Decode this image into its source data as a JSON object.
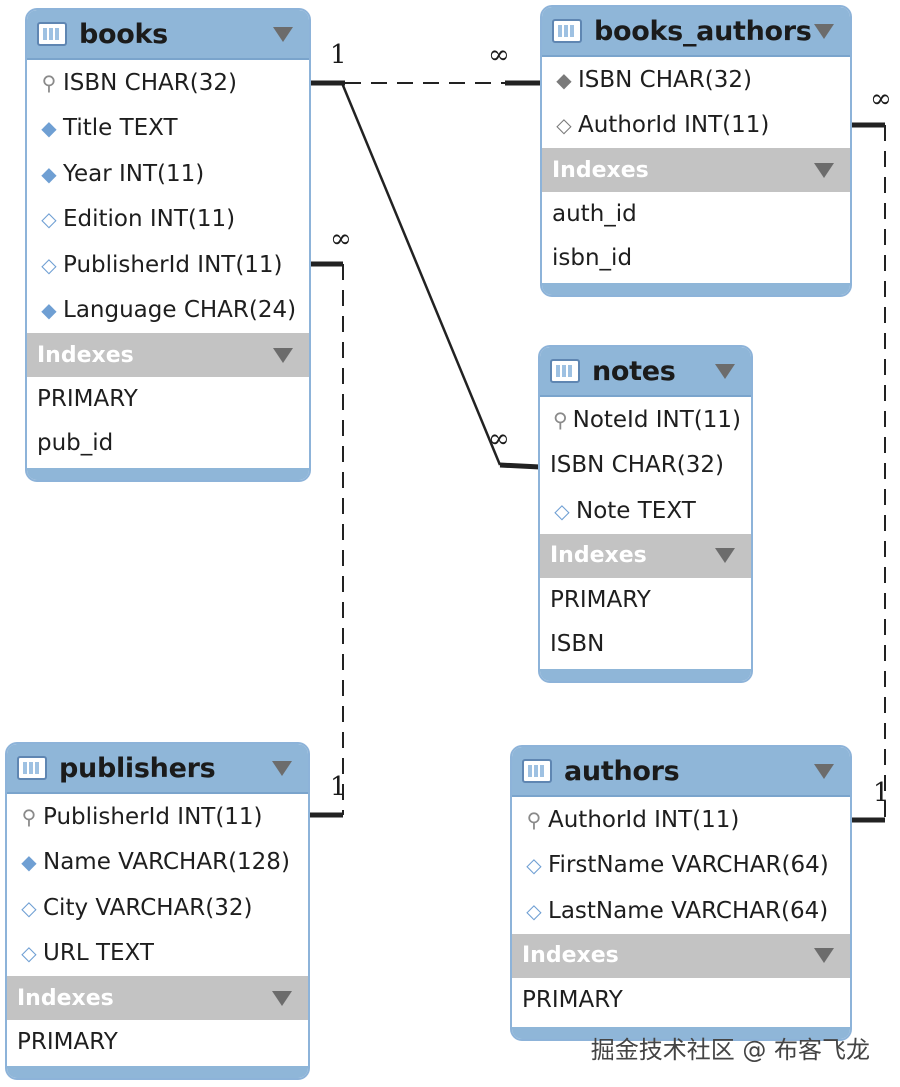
{
  "tables": {
    "books": {
      "title": "books",
      "columns": [
        {
          "text": "ISBN CHAR(32)",
          "icon": "key-icon"
        },
        {
          "text": "Title TEXT",
          "icon": "diamond-filled-icon"
        },
        {
          "text": "Year INT(11)",
          "icon": "diamond-filled-icon"
        },
        {
          "text": "Edition INT(11)",
          "icon": "diamond-hollow-icon"
        },
        {
          "text": "PublisherId INT(11)",
          "icon": "diamond-hollow-icon"
        },
        {
          "text": "Language CHAR(24)",
          "icon": "diamond-filled-icon"
        }
      ],
      "indexes_label": "Indexes",
      "indexes": [
        "PRIMARY",
        "pub_id"
      ]
    },
    "books_authors": {
      "title": "books_authors",
      "columns": [
        {
          "text": "ISBN CHAR(32)",
          "icon": "diamond-filled-gray-icon"
        },
        {
          "text": "AuthorId INT(11)",
          "icon": "diamond-hollow-icon"
        }
      ],
      "indexes_label": "Indexes",
      "indexes": [
        "auth_id",
        "isbn_id"
      ]
    },
    "notes": {
      "title": "notes",
      "columns": [
        {
          "text": "NoteId INT(11)",
          "icon": "key-icon"
        },
        {
          "text": "ISBN CHAR(32)",
          "icon": "none"
        },
        {
          "text": "Note TEXT",
          "icon": "diamond-hollow-icon"
        }
      ],
      "indexes_label": "Indexes",
      "indexes": [
        "PRIMARY",
        "ISBN"
      ]
    },
    "publishers": {
      "title": "publishers",
      "columns": [
        {
          "text": "PublisherId INT(11)",
          "icon": "key-icon"
        },
        {
          "text": "Name VARCHAR(128)",
          "icon": "diamond-filled-icon"
        },
        {
          "text": "City VARCHAR(32)",
          "icon": "diamond-hollow-icon"
        },
        {
          "text": "URL TEXT",
          "icon": "diamond-hollow-icon"
        }
      ],
      "indexes_label": "Indexes",
      "indexes": [
        "PRIMARY"
      ]
    },
    "authors": {
      "title": "authors",
      "columns": [
        {
          "text": "AuthorId INT(11)",
          "icon": "key-icon"
        },
        {
          "text": "FirstName VARCHAR(64)",
          "icon": "diamond-hollow-icon"
        },
        {
          "text": "LastName VARCHAR(64)",
          "icon": "diamond-hollow-icon"
        }
      ],
      "indexes_label": "Indexes",
      "indexes": [
        "PRIMARY"
      ]
    }
  },
  "cardinality": {
    "one": "1",
    "many": "∞"
  },
  "colors": {
    "header": "#8fb6d8",
    "border": "#8db3d9",
    "indexes_bar": "#c3c3c3",
    "line": "#222222"
  },
  "watermark": "掘金技术社区 @ 布客飞龙"
}
